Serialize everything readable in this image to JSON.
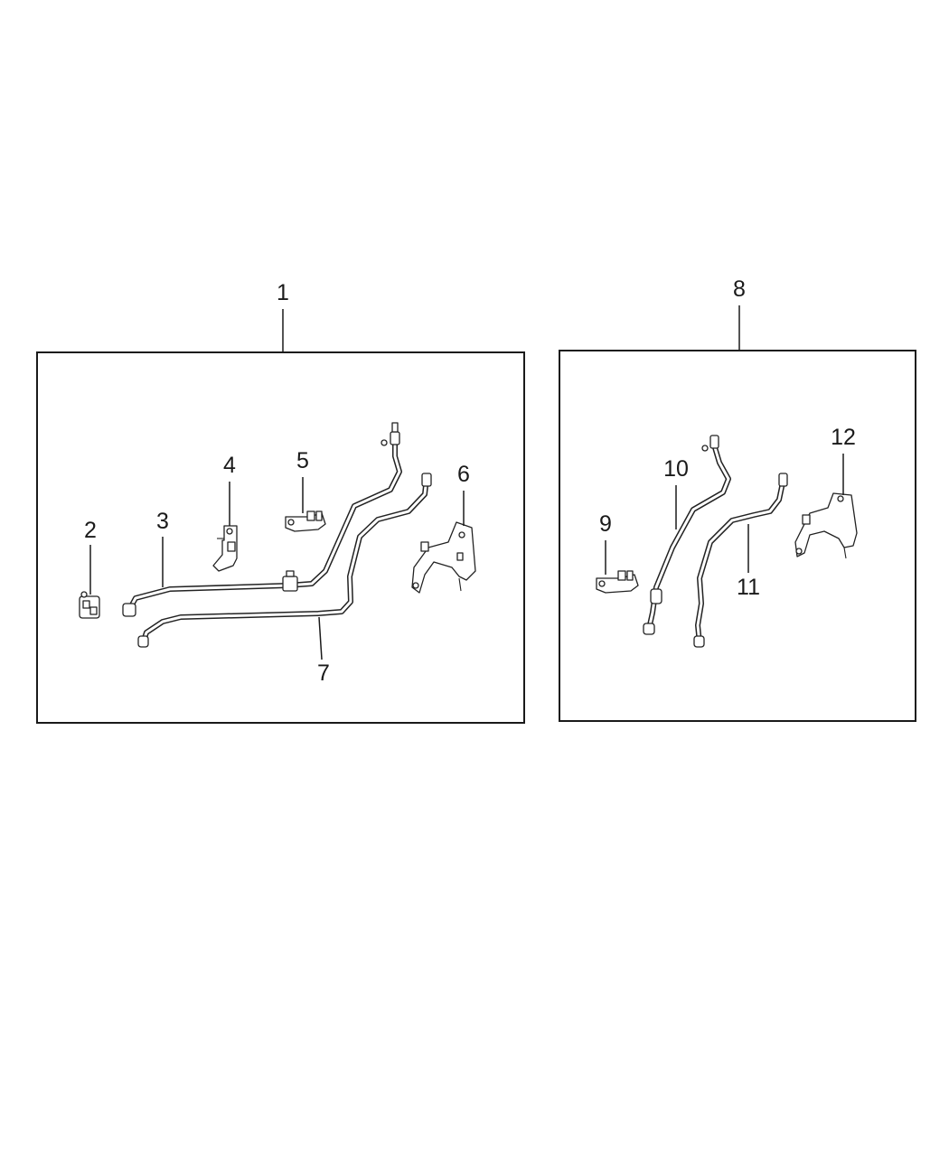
{
  "diagram": {
    "assemblies": [
      {
        "id": "assembly-left",
        "callout": "1"
      },
      {
        "id": "assembly-right",
        "callout": "8"
      }
    ],
    "callouts": {
      "c1": "1",
      "c2": "2",
      "c3": "3",
      "c4": "4",
      "c5": "5",
      "c6": "6",
      "c7": "7",
      "c8": "8",
      "c9": "9",
      "c10": "10",
      "c11": "11",
      "c12": "12"
    }
  }
}
